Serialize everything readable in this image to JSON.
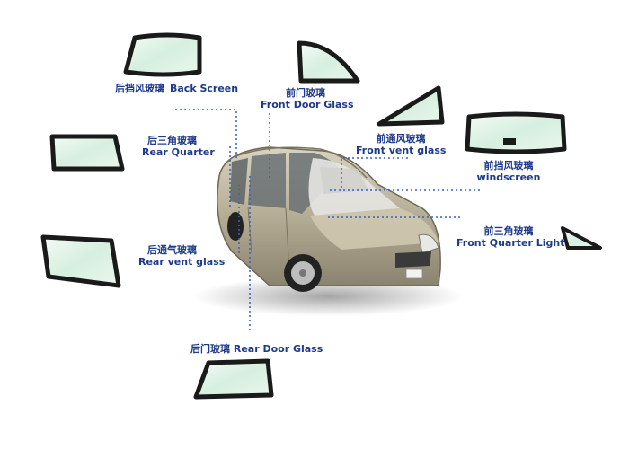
{
  "colors": {
    "label": "#1e3a8a",
    "leader": "#3b5fbf",
    "glass_fill": "#dff3e6",
    "glass_frame": "#1a1a1a",
    "car_body": "#b7ae97"
  },
  "labels": {
    "back_screen": {
      "zh": "后挡风玻璃",
      "en": "Back Screen"
    },
    "front_door_glass": {
      "zh": "前门玻璃",
      "en": "Front Door Glass"
    },
    "front_vent_glass": {
      "zh": "前通风玻璃",
      "en": "Front vent glass"
    },
    "windscreen": {
      "zh": "前挡风玻璃",
      "en": "windscreen"
    },
    "rear_quarter": {
      "zh": "后三角玻璃",
      "en": "Rear Quarter"
    },
    "front_quarter_light": {
      "zh": "前三角玻璃",
      "en": "Front Quarter Light"
    },
    "rear_vent_glass": {
      "zh": "后通气玻璃",
      "en": "Rear vent glass"
    },
    "rear_door_glass": {
      "zh": "后门玻璃",
      "en": "Rear Door Glass"
    }
  }
}
